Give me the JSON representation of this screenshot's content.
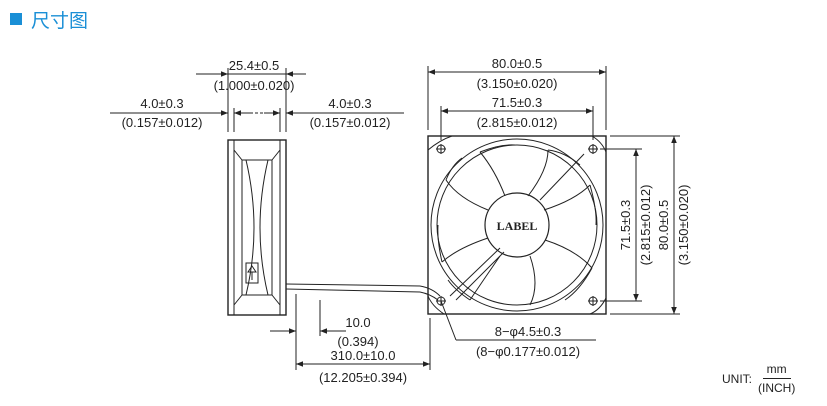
{
  "header": {
    "title": "尺寸图",
    "accent_color": "#1a8fd6",
    "icon": "square-bullet"
  },
  "dimensions": {
    "depth_mm": "25.4±0.5",
    "depth_in": "(1.000±0.020)",
    "flange_left_mm": "4.0±0.3",
    "flange_left_in": "(0.157±0.012)",
    "flange_right_mm": "4.0±0.3",
    "flange_right_in": "(0.157±0.012)",
    "width_mm": "80.0±0.5",
    "width_in": "(3.150±0.020)",
    "hole_spacing_mm": "71.5±0.3",
    "hole_spacing_in": "(2.815±0.012)",
    "v_hole_spacing_mm": "71.5±0.3",
    "v_hole_spacing_in": "(2.815±0.012)",
    "height_mm": "80.0±0.5",
    "height_in": "(3.150±0.020)",
    "strip_mm": "10.0",
    "strip_in": "(0.394)",
    "lead_mm": "310.0±10.0",
    "lead_in": "(12.205±0.394)",
    "holes_mm": "8−φ4.5±0.3",
    "holes_in": "(8−φ0.177±0.012)"
  },
  "label_text": "LABEL",
  "unit": {
    "prefix": "UNIT:",
    "numerator": "mm",
    "denominator": "(INCH)"
  }
}
